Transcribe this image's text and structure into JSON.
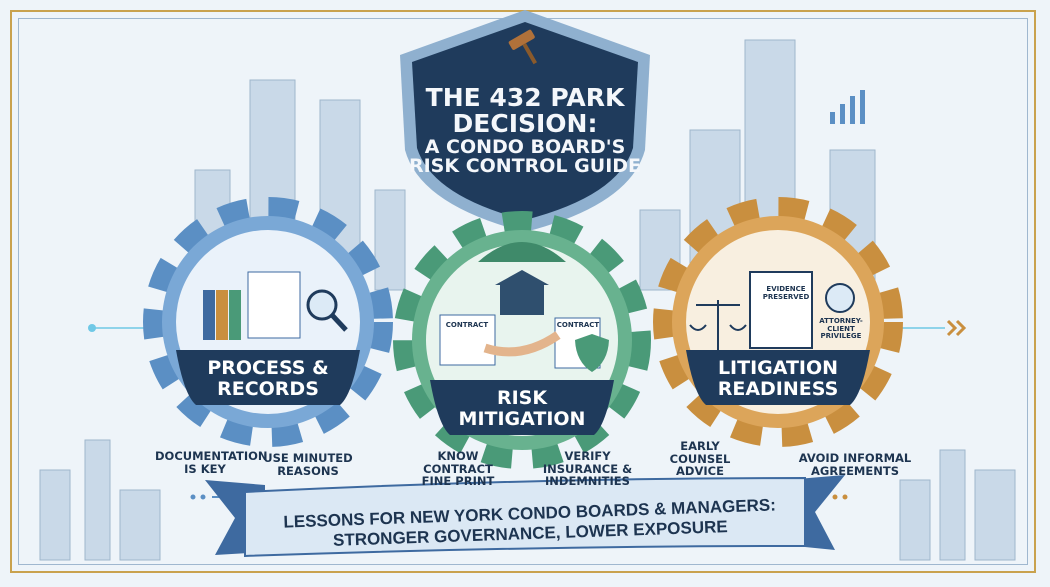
{
  "title": {
    "line1": "THE 432 PARK DECISION:",
    "line2": "A CONDO BOARD'S RISK CONTROL GUIDE"
  },
  "gears": [
    {
      "label": "PROCESS & RECORDS",
      "color": "#5b8fc4",
      "notes": [
        "DOCUMENTATION IS KEY",
        "USE MINUTED REASONS"
      ]
    },
    {
      "label": "RISK MITIGATION",
      "color": "#4a9a78",
      "notes": [
        "KNOW CONTRACT FINE PRINT",
        "VERIFY INSURANCE & INDEMNITIES"
      ],
      "icon_labels": [
        "CONTRACT",
        "CONTRACT"
      ]
    },
    {
      "label": "LITIGATION READINESS",
      "color": "#c98f3f",
      "notes": [
        "EARLY COUNSEL ADVICE",
        "AVOID INFORMAL AGREEMENTS"
      ],
      "icon_labels": [
        "EVIDENCE PRESERVED",
        "ATTORNEY-CLIENT PRIVILEGE"
      ]
    }
  ],
  "ribbon": {
    "line1": "LESSONS FOR NEW YORK CONDO BOARDS & MANAGERS:",
    "line2": "STRONGER GOVERNANCE, LOWER EXPOSURE"
  },
  "colors": {
    "navy": "#1f3b5c",
    "gold": "#c9a24e",
    "background": "#eef4f9"
  }
}
